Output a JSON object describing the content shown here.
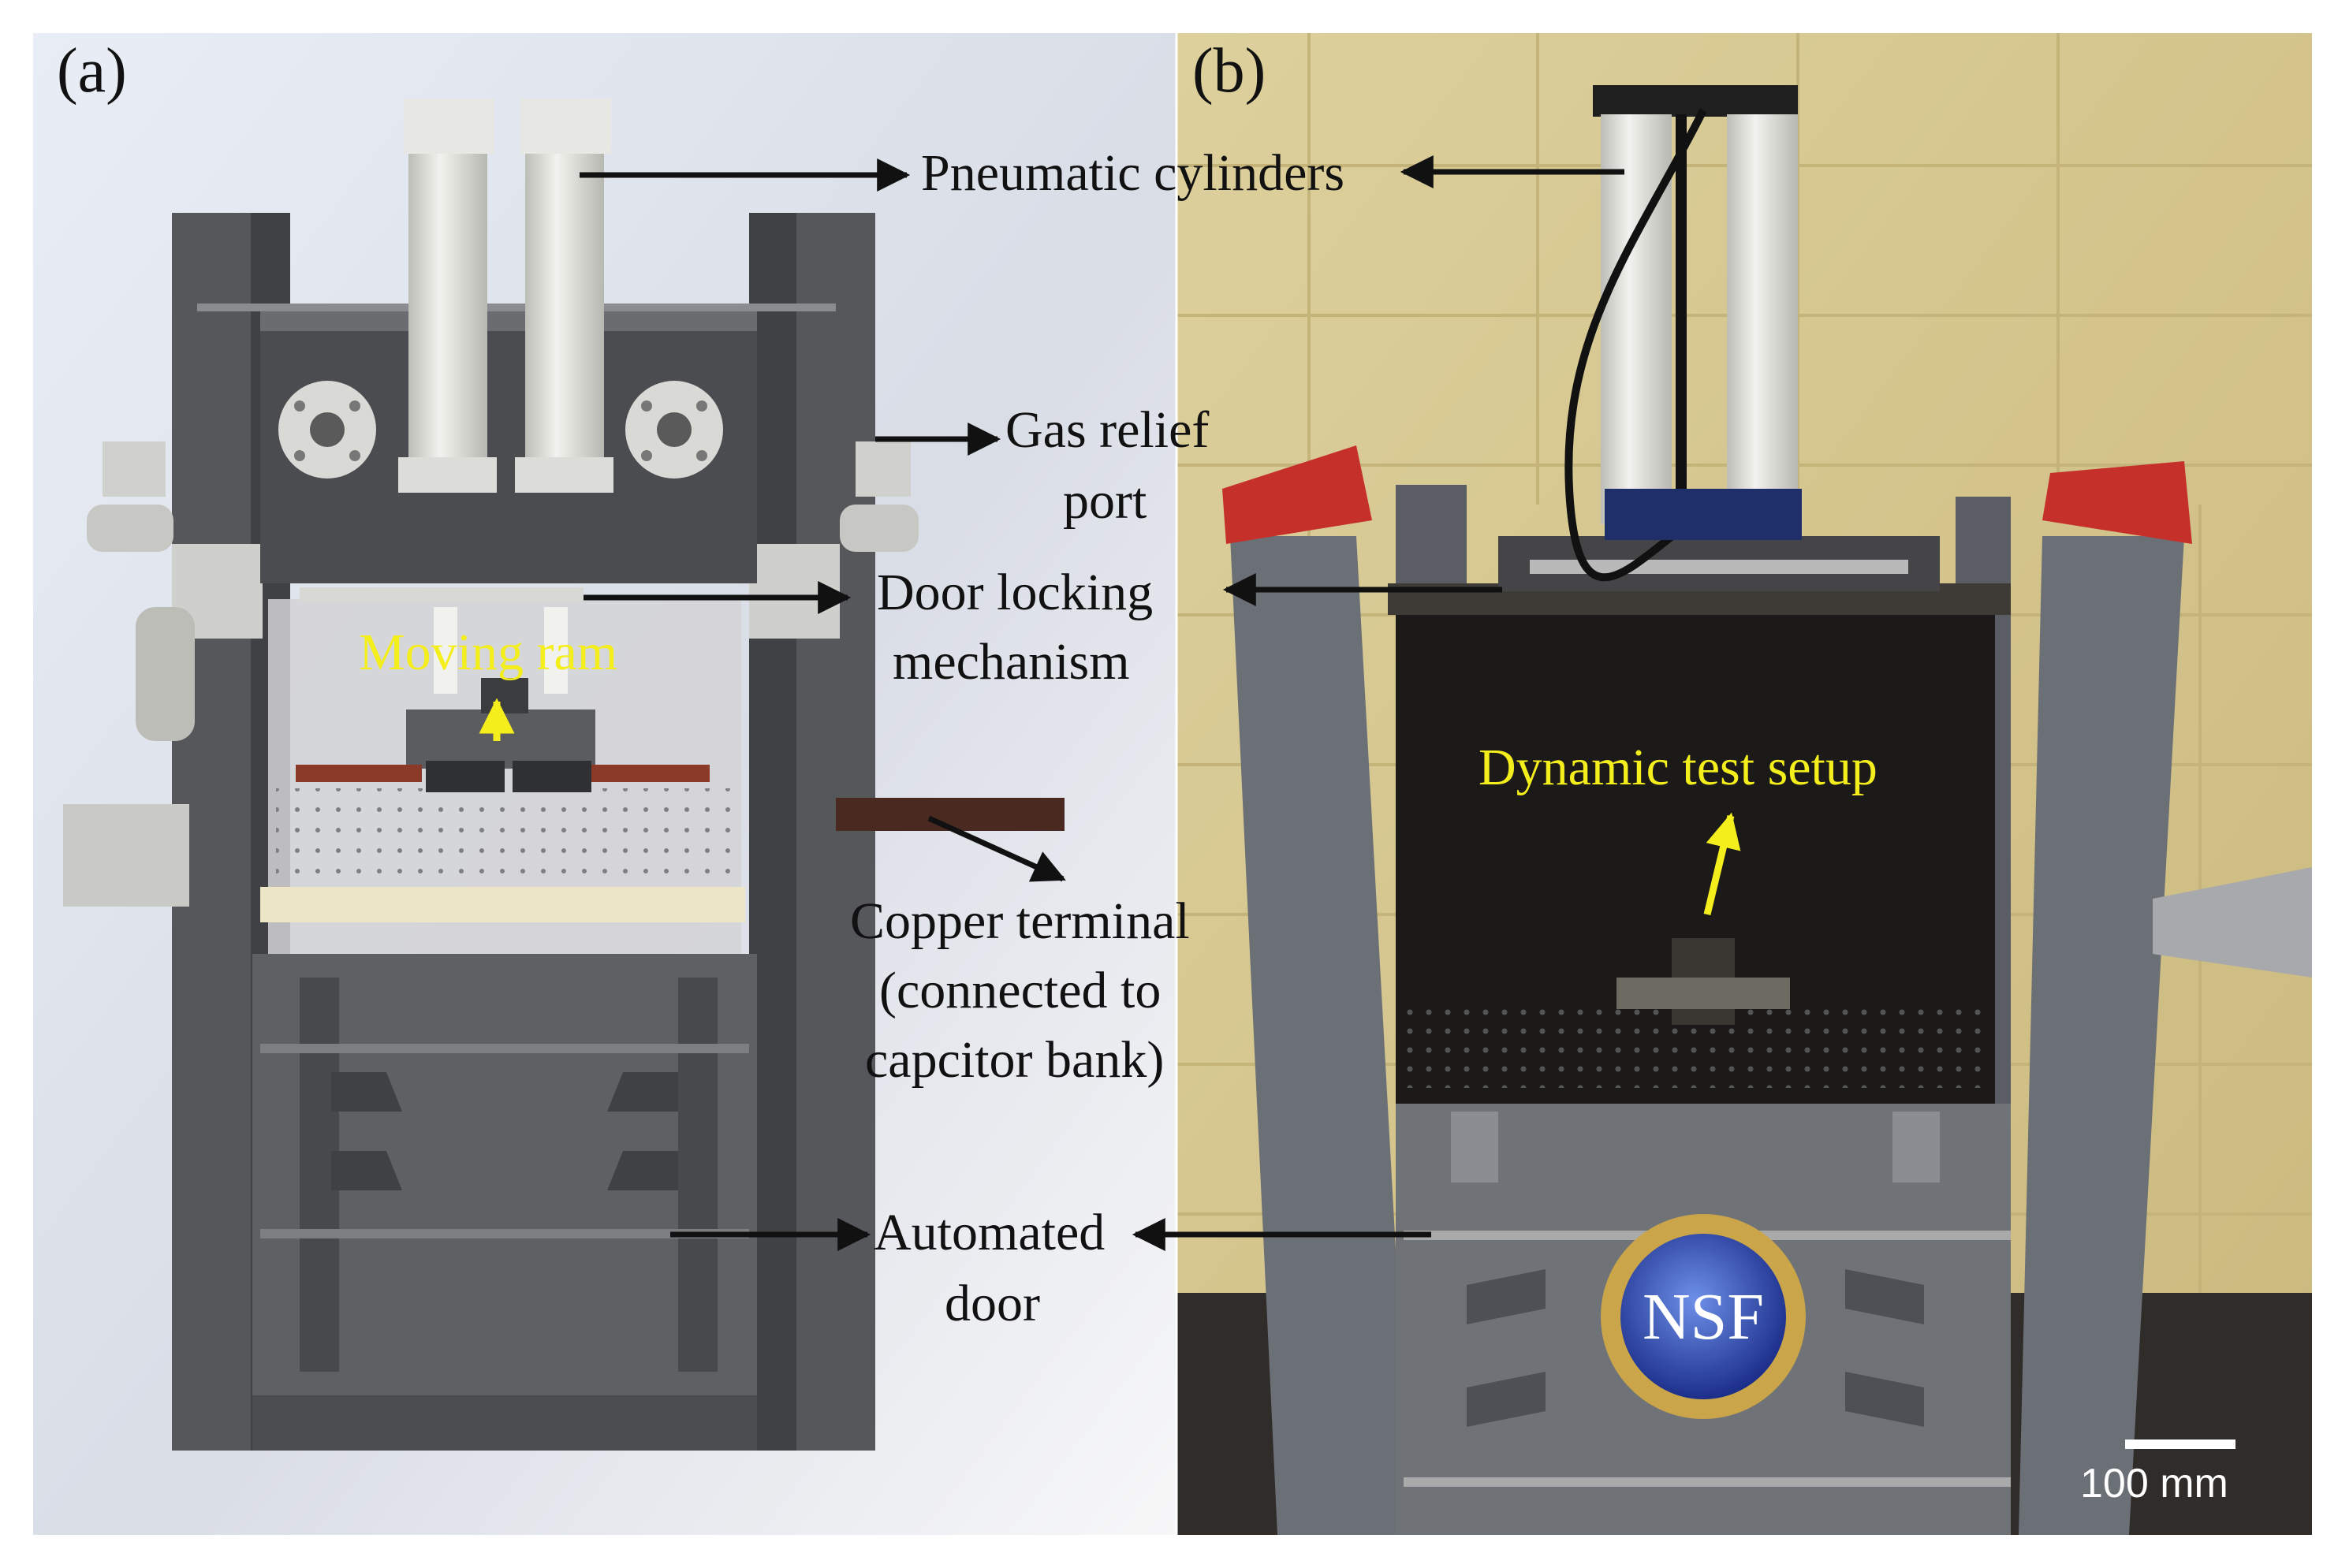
{
  "panels": {
    "a": {
      "label": "(a)"
    },
    "b": {
      "label": "(b)"
    }
  },
  "callouts": {
    "pneumatic_cylinders": "Pneumatic cylinders",
    "gas_relief_line1": "Gas relief",
    "gas_relief_line2": "port",
    "door_locking_line1": "Door locking",
    "door_locking_line2": "mechanism",
    "moving_ram": "Moving ram",
    "copper_terminal_line1": "Copper terminal",
    "copper_terminal_line2": "(connected to",
    "copper_terminal_line3": "capcitor bank)",
    "automated_door_line1": "Automated",
    "automated_door_line2": "door",
    "dynamic_test_setup": "Dynamic test setup"
  },
  "scale_bar": {
    "label": "100 mm"
  },
  "logo": {
    "text": "NSF"
  },
  "colors": {
    "frame_gray": "#626468",
    "frame_dark": "#45474b",
    "cylinder_white": "#e3e3df",
    "copper": "#8b3a2a",
    "red_cap": "#c6302b",
    "wall_yellow": "#d8c78f",
    "chamber_black": "#1c1a18",
    "annotation_yellow": "#f4ee1c"
  }
}
